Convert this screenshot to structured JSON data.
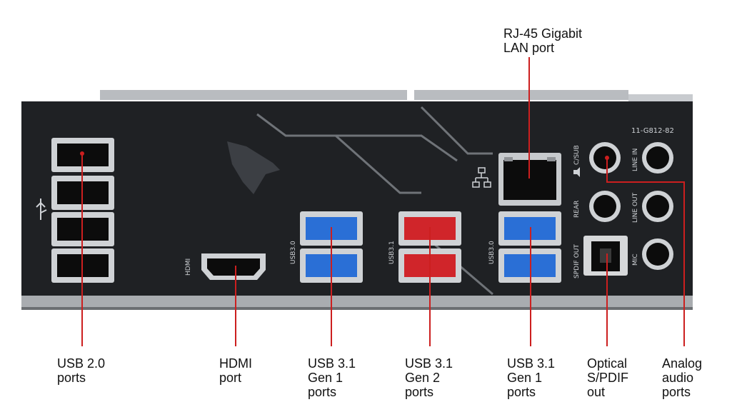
{
  "callouts": {
    "rj45": "RJ-45 Gigabit\nLAN port",
    "usb20": "USB 2.0\nports",
    "hdmi": "HDMI\nport",
    "usb31_gen1_left": "USB 3.1\nGen 1\nports",
    "usb31_gen2": "USB 3.1\nGen 2\nports",
    "usb31_gen1_right": "USB 3.1\nGen 1\nports",
    "optical": "Optical\nS/PDIF\nout",
    "analog": "Analog\naudio\nports"
  },
  "plate_labels": {
    "hdmi": "HDMI",
    "usb30_left": "USB3.0",
    "usb31": "USB3.1",
    "usb30_right": "USB3.0",
    "spdif": "SPDIF OUT",
    "rear": "REAR",
    "csub": "C/SUB",
    "line_in": "LINE IN",
    "line_out": "LINE OUT",
    "mic": "MIC",
    "model": "11-G812-82"
  },
  "colors": {
    "callout_line": "#cc1f1f",
    "plate": "#1f2124",
    "usb_blue": "#2a6fd6",
    "usb_red": "#d0252a"
  }
}
